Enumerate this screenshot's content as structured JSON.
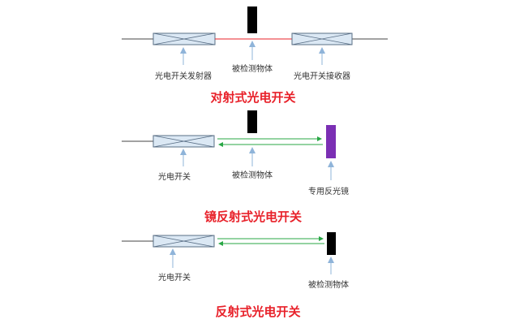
{
  "sections": [
    {
      "title": "对射式光电开关",
      "labels": [
        "光电开关发射器",
        "被检测物体",
        "光电开关接收器"
      ]
    },
    {
      "title": "镜反射式光电开关",
      "labels": [
        "光电开关",
        "被检测物体",
        "专用反光镜"
      ]
    },
    {
      "title": "反射式光电开关",
      "labels": [
        "光电开关",
        "被检测物体"
      ]
    }
  ],
  "colors": {
    "title": "#e8212a",
    "beam_red": "#e8212a",
    "beam_green": "#28a745",
    "arrow_blue": "#8fb4d9",
    "switch_fill": "#dbe8f4",
    "switch_stroke": "#5a6f86",
    "object": "#000000",
    "reflector": "#7b2fb4",
    "wire": "#444444"
  }
}
